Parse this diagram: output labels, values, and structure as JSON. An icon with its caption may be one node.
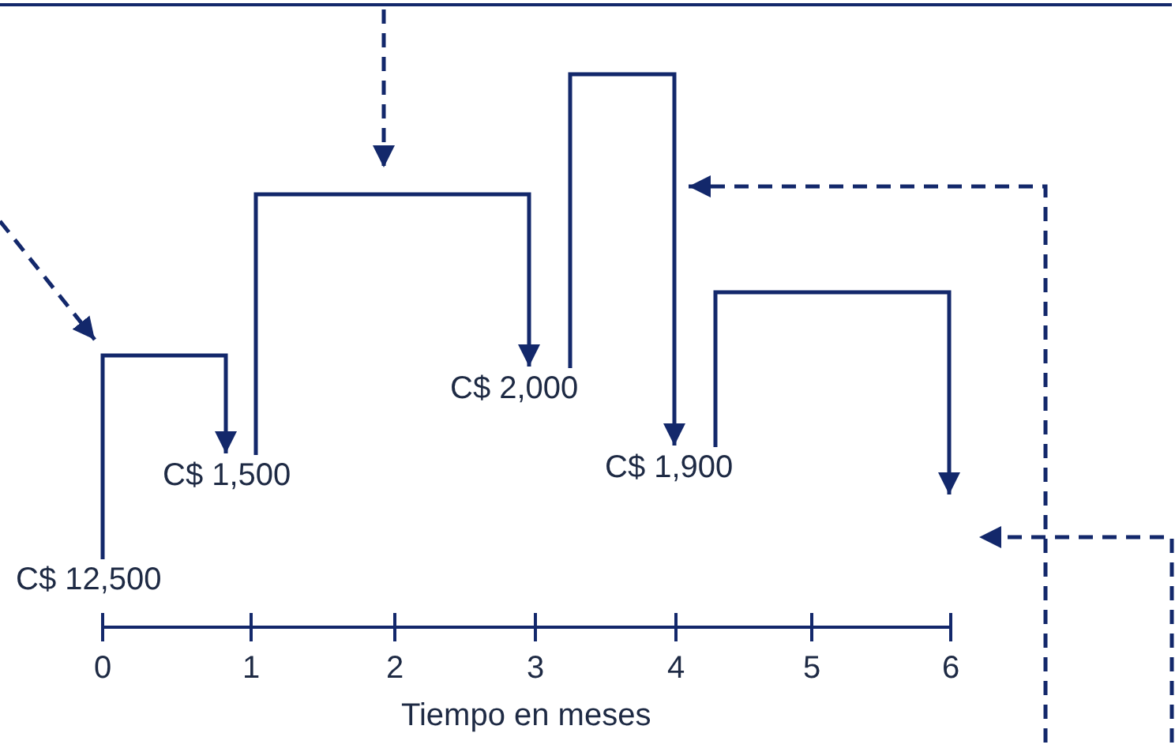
{
  "diagram": {
    "nodes": [
      {
        "text": [
          "C$ 12,500"
        ]
      },
      {
        "text": [
          "C$ 1,500"
        ]
      },
      {
        "text": [
          "C$ 2,000"
        ]
      },
      {
        "text": [
          "C$ 1,900"
        ]
      }
    ],
    "edges": [
      {
        "from": 0,
        "to": 1,
        "arrow": "to"
      },
      {
        "from": 1,
        "to": 2,
        "arrow": "to"
      },
      {
        "from": 2,
        "to": 3,
        "arrow": "to"
      },
      {
        "from": 3,
        "to": null,
        "arrow": "to"
      }
    ],
    "labels": [
      "0",
      "1",
      "2",
      "3",
      "4",
      "5",
      "6",
      "Tiempo en meses"
    ]
  }
}
